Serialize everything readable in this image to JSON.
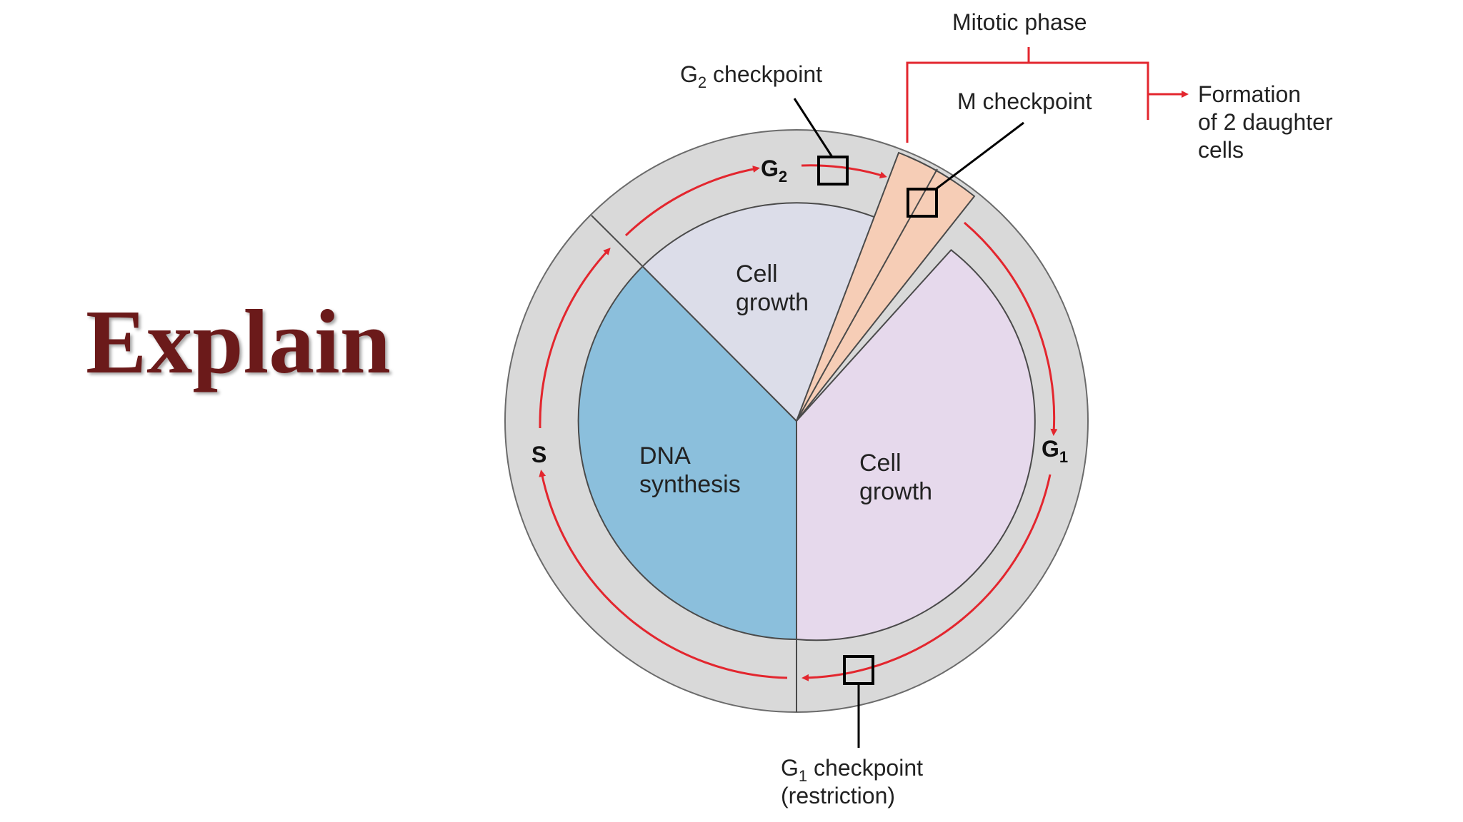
{
  "slide": {
    "title": "Explain"
  },
  "diagram": {
    "phases": {
      "g2": {
        "letter": "G",
        "sub": "2"
      },
      "g1": {
        "letter": "G",
        "sub": "1"
      },
      "s": "S"
    },
    "sectors": {
      "g2_growth": [
        "Cell",
        "growth"
      ],
      "g1_growth": [
        "Cell",
        "growth"
      ],
      "dna_synthesis": [
        "DNA",
        "synthesis"
      ]
    },
    "checkpoints": {
      "g2": {
        "prefix": "G",
        "sub": "2",
        "suffix": " checkpoint"
      },
      "m": "M checkpoint",
      "g1": {
        "prefix": "G",
        "sub": "1",
        "suffix": " checkpoint",
        "line2": "(restriction)"
      }
    },
    "mitotic_phase": "Mitotic phase",
    "formation": [
      "Formation",
      "of 2 daughter",
      "cells"
    ],
    "colors": {
      "outer_ring": "#d9d9d9",
      "g2_sector": "#dcdde9",
      "g1_sector": "#e6d9ec",
      "s_sector": "#8bbfdc",
      "mitotic_sector": "#f6cdb6",
      "arrow": "#e3262e",
      "title": "#6b1a1a"
    }
  }
}
